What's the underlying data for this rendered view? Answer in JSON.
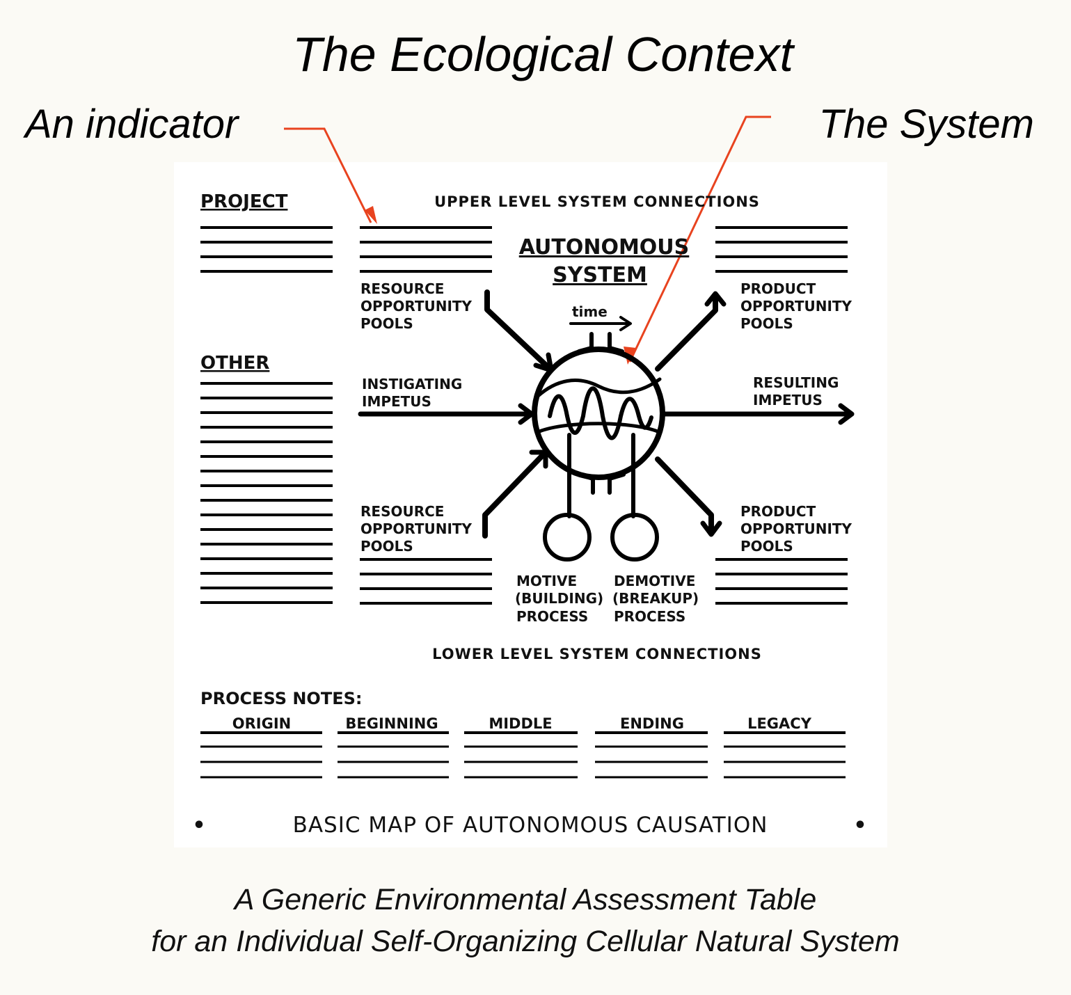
{
  "header": {
    "title": "The Ecological Context",
    "indicator_label": "An indicator",
    "system_label": "The System"
  },
  "map": {
    "project_label": "PROJECT",
    "other_label": "OTHER",
    "upper_connections": "UPPER LEVEL SYSTEM CONNECTIONS",
    "lower_connections": "LOWER LEVEL SYSTEM CONNECTIONS",
    "autonomous": "AUTONOMOUS",
    "system": "SYSTEM",
    "time": "time",
    "resource_top": [
      "RESOURCE",
      "OPPORTUNITY",
      "POOLS"
    ],
    "resource_bottom": [
      "RESOURCE",
      "OPPORTUNITY",
      "POOLS"
    ],
    "product_top": [
      "PRODUCT",
      "OPPORTUNITY",
      "POOLS"
    ],
    "product_bottom": [
      "PRODUCT",
      "OPPORTUNITY",
      "POOLS"
    ],
    "instigating": [
      "INSTIGATING",
      "IMPETUS"
    ],
    "resulting": [
      "RESULTING",
      "IMPETUS"
    ],
    "motive": [
      "MOTIVE",
      "(BUILDING)",
      "PROCESS"
    ],
    "demotive": [
      "DEMOTIVE",
      "(BREAKUP)",
      "PROCESS"
    ],
    "process_notes": "PROCESS NOTES:",
    "phases": [
      "ORIGIN",
      "BEGINNING",
      "MIDDLE",
      "ENDING",
      "LEGACY"
    ],
    "map_title": "BASIC MAP OF AUTONOMOUS CAUSATION",
    "bullet": "•"
  },
  "caption": {
    "line1": "A Generic Environmental Assessment Table",
    "line2": "for an Individual Self-Organizing Cellular Natural System"
  },
  "colors": {
    "background": "#fbfaf5",
    "panel": "#ffffff",
    "ink": "#000000",
    "pointer": "#e8431f"
  }
}
